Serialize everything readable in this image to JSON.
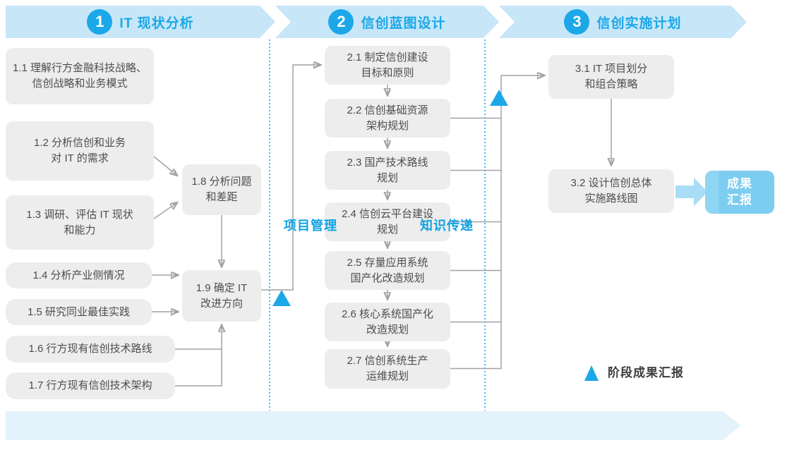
{
  "phases": [
    {
      "number": "1",
      "title": "IT 现状分析"
    },
    {
      "number": "2",
      "title": "信创蓝图设计"
    },
    {
      "number": "3",
      "title": "信创实施计划"
    }
  ],
  "boxes": {
    "b1_1": "1.1 理解行方金融科技战略、\n信创战略和业务模式",
    "b1_2": "1.2 分析信创和业务\n对 IT 的需求",
    "b1_3": "1.3 调研、评估 IT 现状\n和能力",
    "b1_4": "1.4 分析产业侧情况",
    "b1_5": "1.5 研究同业最佳实践",
    "b1_6": "1.6 行方现有信创技术路线",
    "b1_7": "1.7 行方现有信创技术架构",
    "b1_8": "1.8 分析问题\n和差距",
    "b1_9": "1.9 确定 IT\n改进方向",
    "b2_1": "2.1 制定信创建设\n目标和原则",
    "b2_2": "2.2 信创基础资源\n架构规划",
    "b2_3": "2.3 国产技术路线\n规划",
    "b2_4": "2.4 信创云平台建设\n规划",
    "b2_5": "2.5 存量应用系统\n国产化改造规划",
    "b2_6": "2.6 核心系统国产化\n改造规划",
    "b2_7": "2.7 信创系统生产\n运维规划",
    "b3_1": "3.1 IT 项目划分\n和组合策略",
    "b3_2": "3.2 设计信创总体\n实施路线图"
  },
  "deliverable": {
    "label": "成果\n汇报"
  },
  "legend": {
    "label": "阶段成果汇报"
  },
  "footer": {
    "items": [
      "项目管理",
      "知识传递"
    ]
  },
  "colors": {
    "accent": "#1CA7E8",
    "banner_fill": "#C7E7F8",
    "footer_fill": "#E4F2FB",
    "box_fill": "#EDEDED",
    "box_text": "#4D4D4D",
    "connector_line": "#A2A2A2",
    "deliverable_fill": "#7CCDF0",
    "thick_arrow": "#A9DDF6"
  }
}
